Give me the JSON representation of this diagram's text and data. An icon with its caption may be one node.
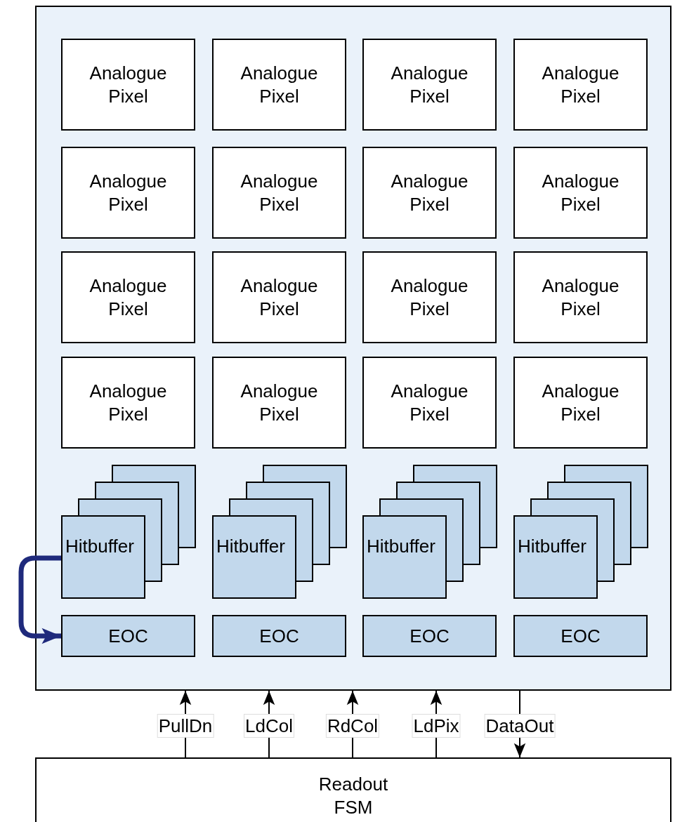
{
  "diagram": {
    "nodes": [
      {
        "text": [],
        "shape": "box"
      },
      {
        "text": [
          "Analogue Pixel"
        ],
        "in": 0
      },
      {
        "text": [
          "Analogue Pixel"
        ],
        "in": 0
      },
      {
        "text": [
          "Analogue Pixel"
        ],
        "in": 0
      },
      {
        "text": [
          "Analogue Pixel"
        ],
        "in": 0
      },
      {
        "text": [
          "Analogue Pixel"
        ],
        "in": 0
      },
      {
        "text": [
          "Analogue Pixel"
        ],
        "in": 0
      },
      {
        "text": [
          "Analogue Pixel"
        ],
        "in": 0
      },
      {
        "text": [
          "Analogue Pixel"
        ],
        "in": 0
      },
      {
        "text": [
          "Analogue Pixel"
        ],
        "in": 0
      },
      {
        "text": [
          "Analogue Pixel"
        ],
        "in": 0
      },
      {
        "text": [
          "Analogue Pixel"
        ],
        "in": 0
      },
      {
        "text": [
          "Analogue Pixel"
        ],
        "in": 0
      },
      {
        "text": [
          "Analogue Pixel"
        ],
        "in": 0
      },
      {
        "text": [
          "Analogue Pixel"
        ],
        "in": 0
      },
      {
        "text": [
          "Analogue Pixel"
        ],
        "in": 0
      },
      {
        "text": [
          "Analogue Pixel"
        ],
        "in": 0
      },
      {
        "text": [
          "Hitbuffer"
        ],
        "in": 0
      },
      {
        "text": [
          "Hitbuffer"
        ],
        "in": 0
      },
      {
        "text": [
          "Hitbuffer"
        ],
        "in": 0
      },
      {
        "text": [
          "Hitbuffer"
        ],
        "in": 0
      },
      {
        "text": [
          "EOC"
        ],
        "in": 0
      },
      {
        "text": [
          "EOC"
        ],
        "in": 0
      },
      {
        "text": [
          "EOC"
        ],
        "in": 0
      },
      {
        "text": [
          "EOC"
        ],
        "in": 0
      },
      {
        "text": [
          "Readout FSM"
        ]
      }
    ],
    "edges": [
      {
        "from": 25,
        "to": 0,
        "arrow": "to",
        "label": "PullDn"
      },
      {
        "from": 25,
        "to": 0,
        "arrow": "to",
        "label": "LdCol"
      },
      {
        "from": 25,
        "to": 0,
        "arrow": "to",
        "label": "RdCol"
      },
      {
        "from": 25,
        "to": 0,
        "arrow": "to",
        "label": "LdPix"
      },
      {
        "from": 0,
        "to": 25,
        "arrow": "to",
        "label": "DataOut"
      },
      {
        "from": 17,
        "to": 21,
        "arrow": "to",
        "style": "thick",
        "color": "#1f2a7c"
      }
    ]
  }
}
